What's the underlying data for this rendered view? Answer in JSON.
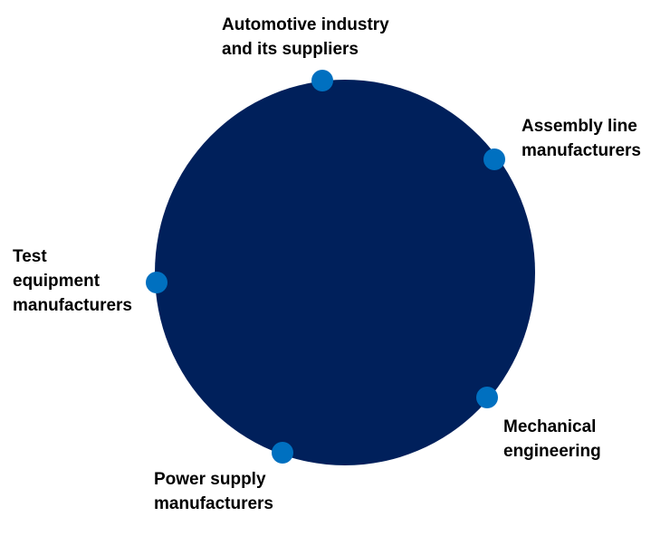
{
  "colors": {
    "circle": "#00205b",
    "dot": "#0070c0",
    "text": "#000000"
  },
  "labels": [
    {
      "id": "automotive",
      "text": "Automotive industry\nand its suppliers"
    },
    {
      "id": "assembly",
      "text": "Assembly line\nmanufacturers"
    },
    {
      "id": "test",
      "text": "Test\nequipment\nmanufacturers"
    },
    {
      "id": "mechanical",
      "text": "Mechanical\nengineering"
    },
    {
      "id": "power",
      "text": "Power supply\nmanufacturers"
    }
  ]
}
